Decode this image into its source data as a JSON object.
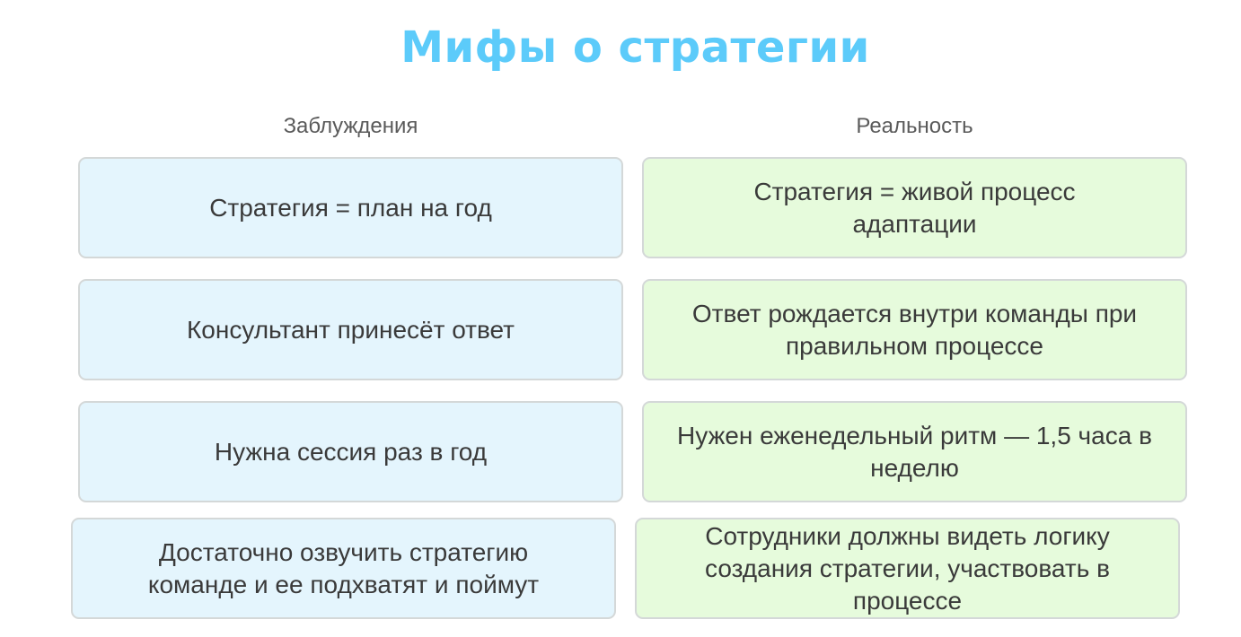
{
  "title": "Мифы о стратегии",
  "columns": {
    "myths_header": "Заблуждения",
    "reality_header": "Реальность"
  },
  "colors": {
    "title": "#5ccbfa",
    "myth_box_bg": "#e4f5fd",
    "reality_box_bg": "#e6fbdc",
    "box_border": "#d4d8d8",
    "text": "#3a3a3a",
    "header_text": "#5a5a5a"
  },
  "rows": [
    {
      "myth": "Стратегия = план на год",
      "reality": "Стратегия = живой процесс адаптации"
    },
    {
      "myth": "Консультант принесёт ответ",
      "reality": "Ответ рождается внутри команды при правильном процессе"
    },
    {
      "myth": "Нужна сессия раз в год",
      "reality": "Нужен еженедельный ритм — 1,5 часа в неделю"
    },
    {
      "myth": "Достаточно озвучить стратегию команде и ее подхватят и поймут",
      "reality": "Сотрудники должны видеть логику создания стратегии, участвовать в процессе"
    }
  ]
}
